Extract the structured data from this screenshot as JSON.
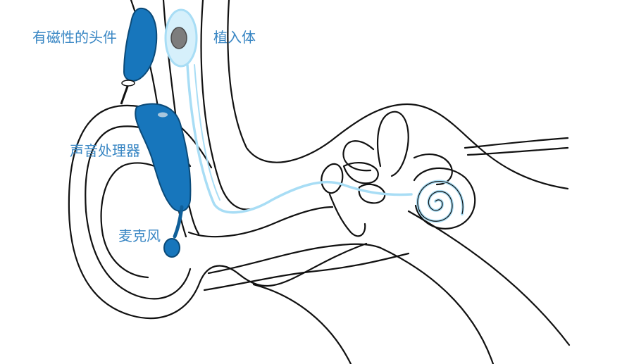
{
  "labels": {
    "magnetic_headpiece": "有磁性的头件",
    "implant": "植入体",
    "sound_processor": "声音处理器",
    "microphone": "麦克风"
  },
  "colors": {
    "label_text": "#3a87c4",
    "device_blue": "#1776bc",
    "device_dark": "#0f5f99",
    "device_stroke": "#0b4a78",
    "implant_wire": "#a8ddf5",
    "outline": "#111111",
    "background": "#ffffff"
  }
}
